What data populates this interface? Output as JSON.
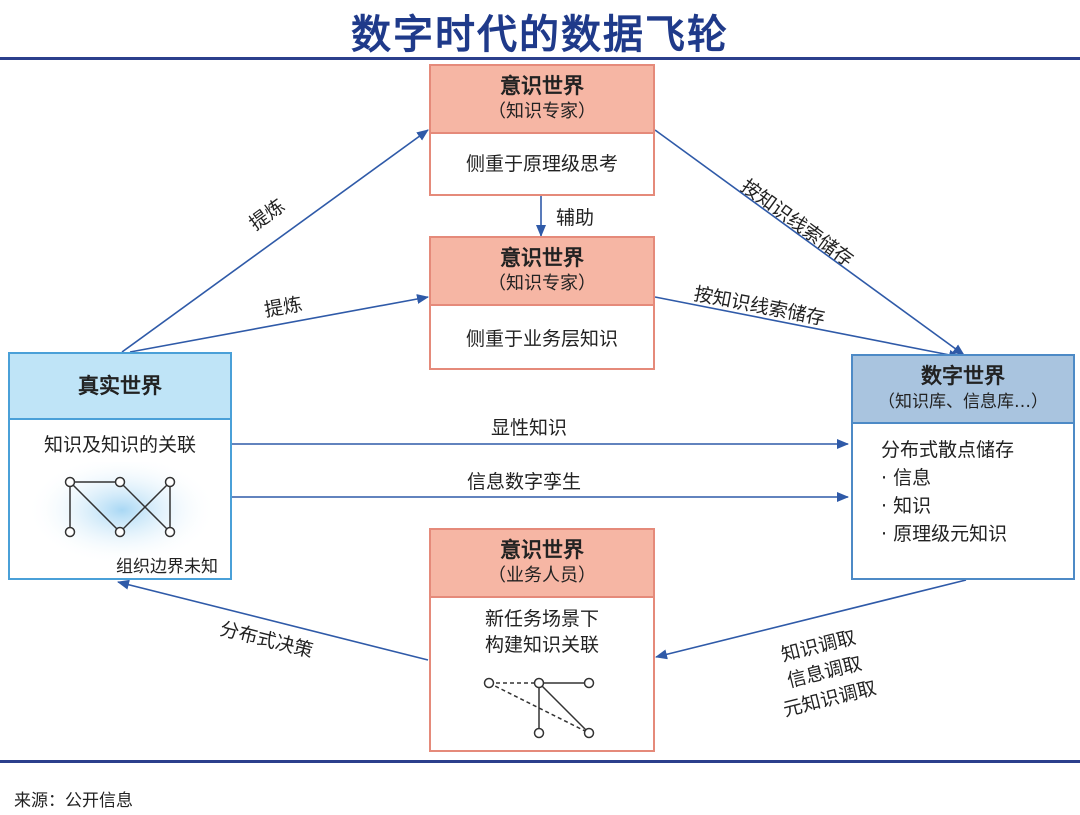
{
  "title": "数字时代的数据飞轮",
  "boxes": {
    "mind_top": {
      "title": "意识世界",
      "subtitle": "（知识专家）",
      "body": "侧重于原理级思考"
    },
    "mind_mid": {
      "title": "意识世界",
      "subtitle": "（知识专家）",
      "body": "侧重于业务层知识"
    },
    "mind_bottom": {
      "title": "意识世界",
      "subtitle": "（业务人员）",
      "body_line1": "新任务场景下",
      "body_line2": "构建知识关联"
    },
    "real": {
      "title": "真实世界",
      "body": "知识及知识的关联",
      "note": "组织边界未知"
    },
    "digital": {
      "title": "数字世界",
      "subtitle": "（知识库、信息库…）",
      "body": "分布式散点储存",
      "items": [
        "· 信息",
        "· 知识",
        "· 原理级元知识"
      ]
    }
  },
  "arrows": {
    "assist": "辅助",
    "refine_up": "提炼",
    "refine_mid": "提炼",
    "store_top": "按知识线索储存",
    "store_mid": "按知识线索储存",
    "explicit": "显性知识",
    "twin": "信息数字孪生",
    "decision": "分布式决策",
    "retrieve_1": "知识调取",
    "retrieve_2": "信息调取",
    "retrieve_3": "元知识调取"
  },
  "source": "来源：公开信息",
  "colors": {
    "title": "#1f3a8a",
    "arrow": "#2f5aa8",
    "mind_head": "#f6b6a4",
    "real_head": "#bfe4f7",
    "digital_head": "#a9c4df"
  }
}
